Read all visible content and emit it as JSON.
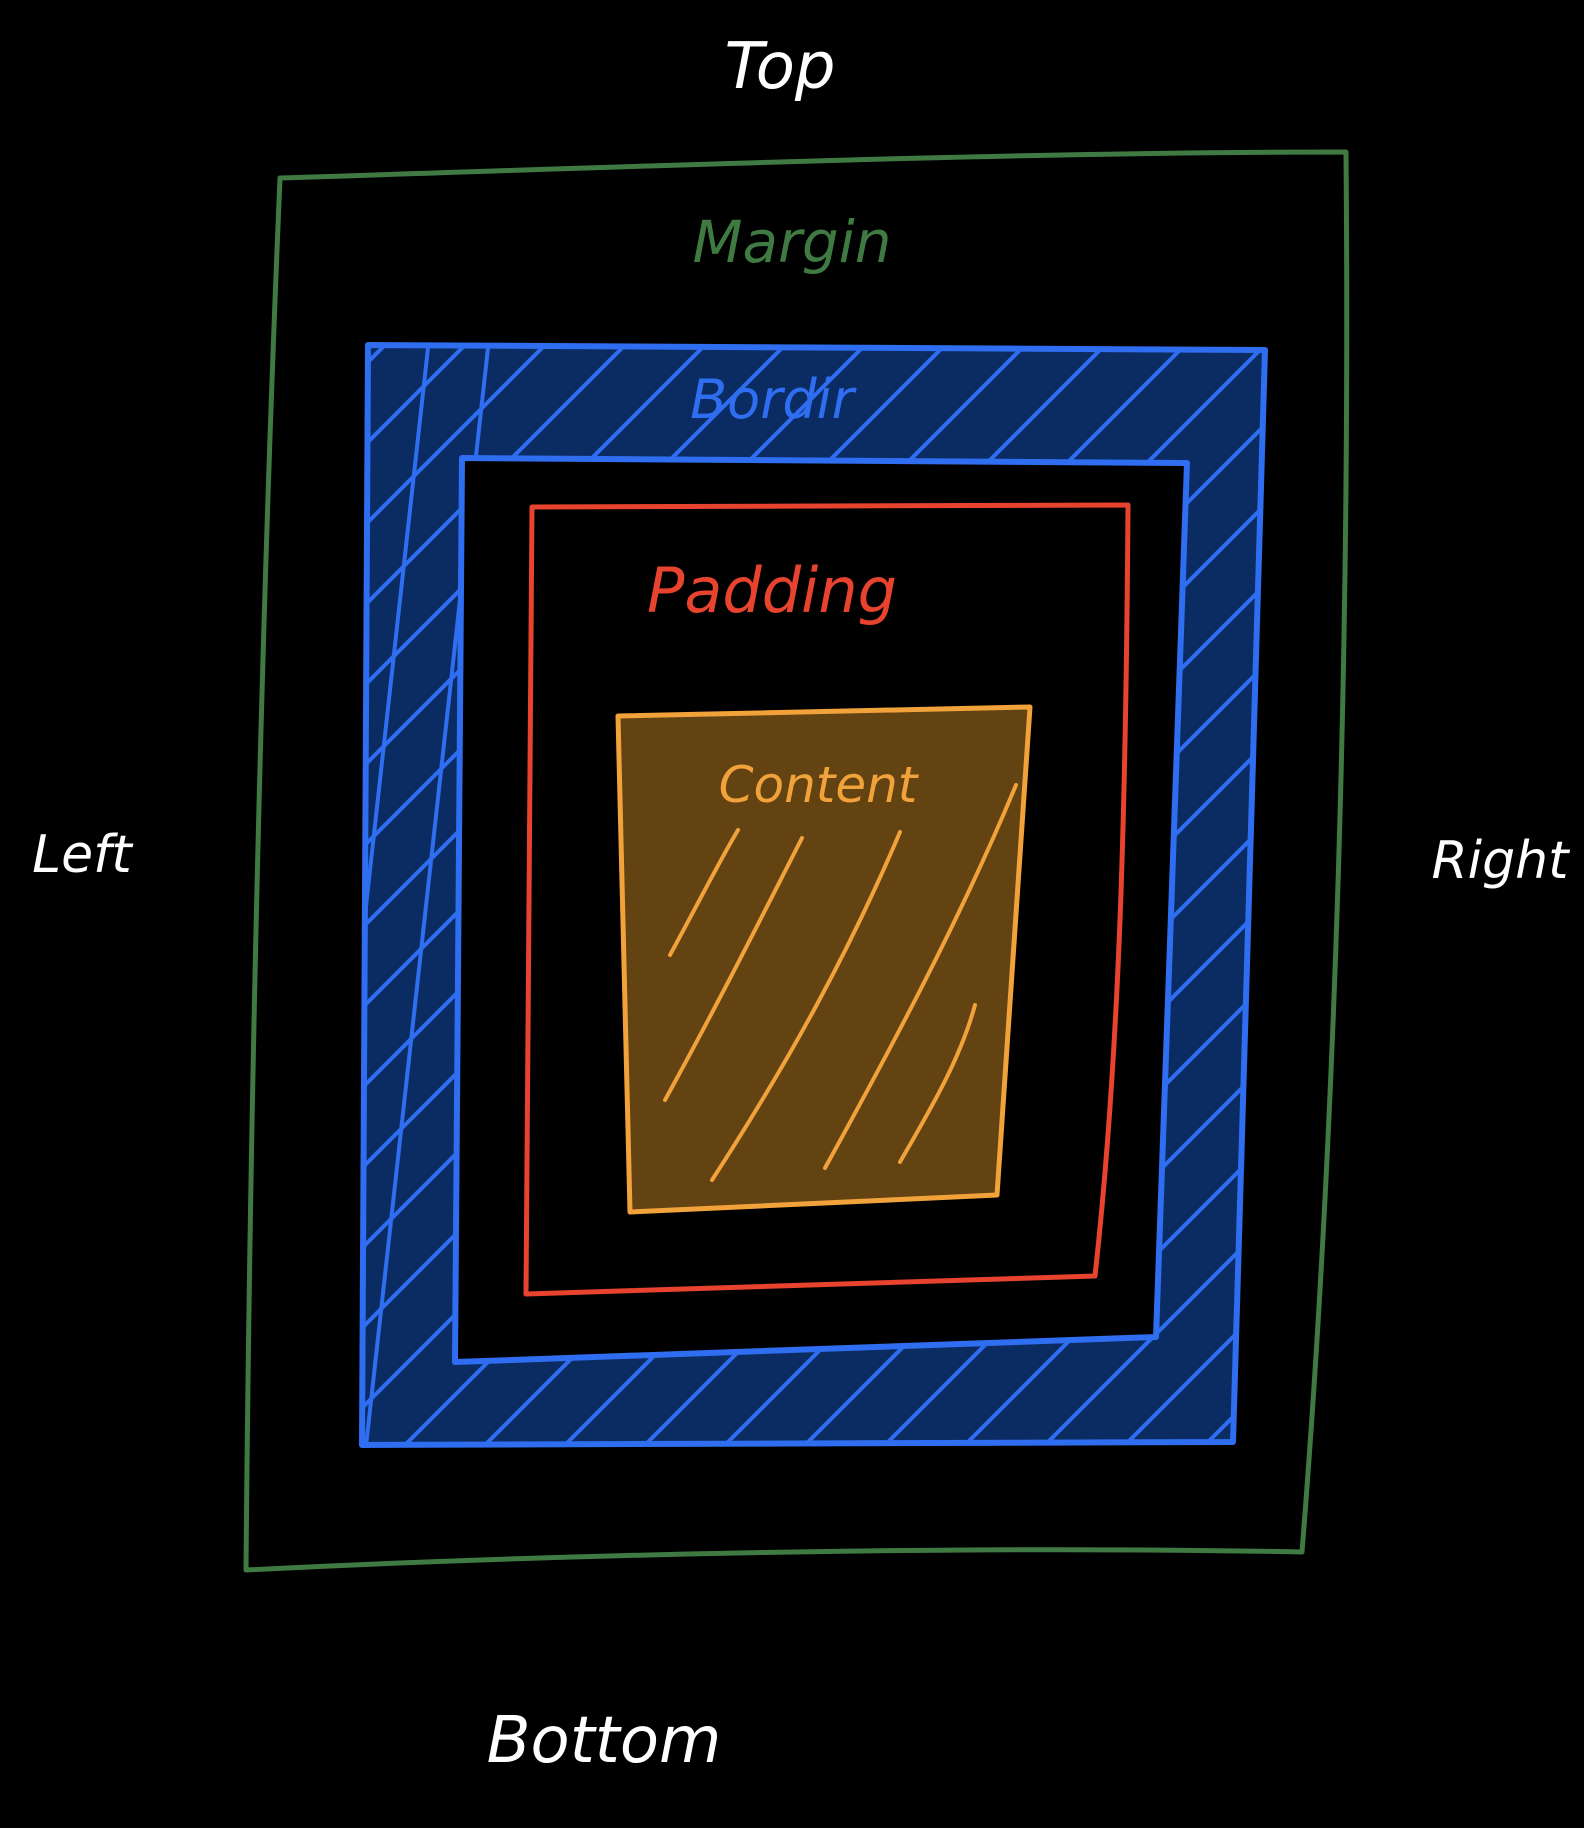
{
  "labels": {
    "top": "Top",
    "bottom": "Bottom",
    "left": "Left",
    "right": "Right",
    "margin": "Margin",
    "border": "Bordir",
    "padding": "Padding",
    "content": "Content"
  },
  "colors": {
    "background": "#000000",
    "side_labels": "#ffffff",
    "margin": "#3f7a42",
    "border": "#2f6ef0",
    "border_fill": "#0b2c63",
    "padding": "#e8432f",
    "content": "#f2a23a",
    "content_fill": "#634312"
  }
}
